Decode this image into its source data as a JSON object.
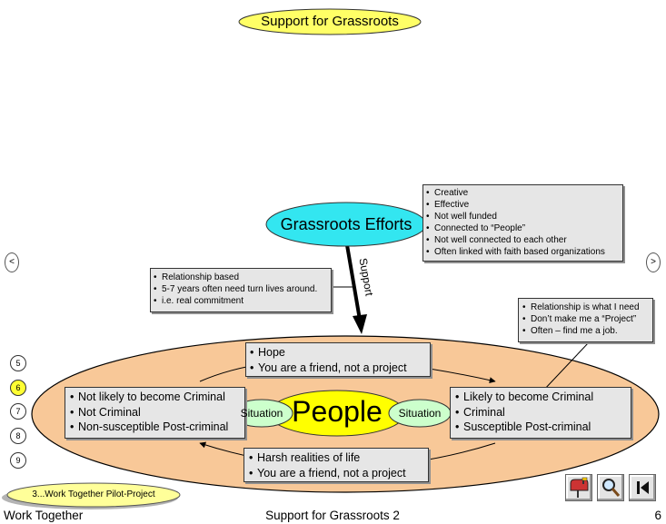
{
  "title": "Support for Grassroots",
  "grassroots": {
    "label": "Grassroots Efforts",
    "bullets": [
      "Creative",
      "Effective",
      "Not well funded",
      "Connected to “People”",
      "Not well connected to each other",
      "Often linked with faith based organizations"
    ]
  },
  "support_arrow_label": "Support",
  "relationship_box": [
    "Relationship based",
    "5-7 years often need turn lives around.",
    "i.e. real commitment"
  ],
  "need_box": [
    "Relationship is what I need",
    "Don’t make me a “Project”",
    "Often – find me a job."
  ],
  "people": {
    "label": "People",
    "situation_left": "Situation",
    "situation_right": "Situation"
  },
  "hope_box": [
    "Hope",
    "You are a friend, not a project"
  ],
  "harsh_box": [
    "Harsh realities of life",
    "You are a friend, not a project"
  ],
  "left_box": [
    "Not likely to become Criminal",
    "Not Criminal",
    "Non-susceptible Post-criminal"
  ],
  "right_box": [
    "Likely to become Criminal",
    "Criminal",
    "Susceptible Post-criminal"
  ],
  "nav": {
    "prev": "<",
    "next": ">",
    "pages": [
      "5",
      "6",
      "7",
      "8",
      "9"
    ],
    "active_page": "6",
    "bottom_link": "3...Work Together Pilot-Project"
  },
  "footer": {
    "left": "Work Together",
    "center": "Support for Grassroots 2",
    "right": "6"
  },
  "tools": [
    "mailbox-icon",
    "magnifier-icon",
    "skip-back-icon"
  ],
  "colors": {
    "title_fill": "#ffff66",
    "grassroots_fill": "#33e6f0",
    "outer_ellipse_fill": "#f8c898",
    "people_fill": "#ffff00",
    "situation_fill": "#ccffcc",
    "box_fill": "#e6e6e6",
    "bottom_link_fill": "#ffff99"
  }
}
